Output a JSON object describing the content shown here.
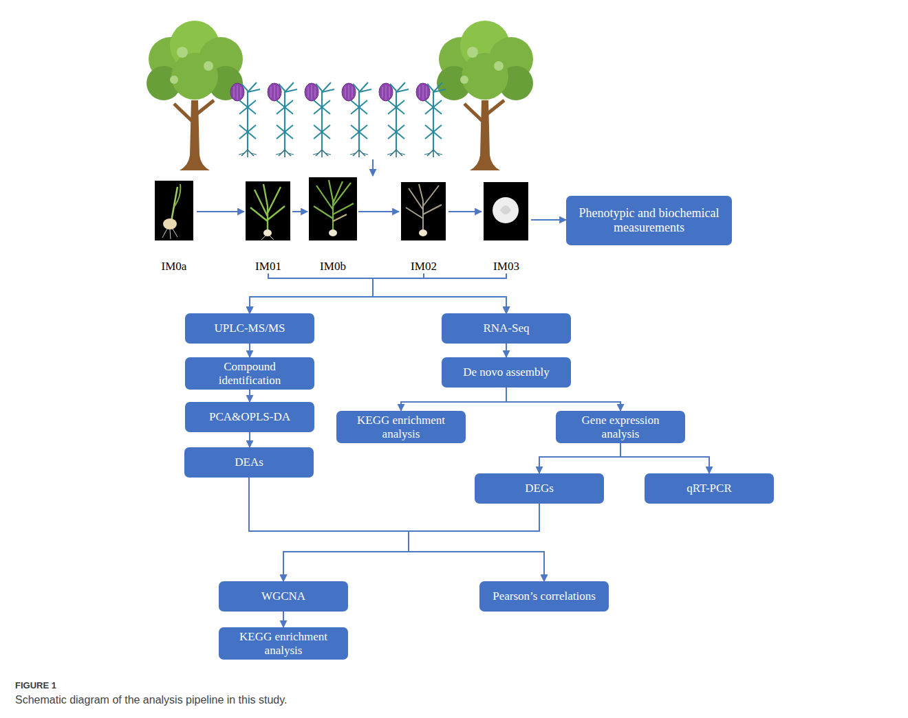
{
  "diagram": {
    "caption": "Schematic diagram of the analysis pipeline in this study.",
    "nodes": [
      {
        "text": [
          "IM0a"
        ]
      },
      {
        "text": [
          "IM01"
        ]
      },
      {
        "text": [
          "IM0b"
        ]
      },
      {
        "text": [
          "IM02"
        ]
      },
      {
        "text": [
          "IM03"
        ]
      },
      {
        "text": [
          "Phenotypic and biochemical measurements"
        ]
      },
      {
        "text": [
          "UPLC-MS/MS"
        ]
      },
      {
        "text": [
          "RNA-Seq"
        ]
      },
      {
        "text": [
          "Compound identification"
        ]
      },
      {
        "text": [
          "De novo assembly"
        ]
      },
      {
        "text": [
          "PCA&OPLS-DA"
        ]
      },
      {
        "text": [
          "KEGG enrichment analysis"
        ]
      },
      {
        "text": [
          "Gene expression analysis"
        ]
      },
      {
        "text": [
          "DEAs"
        ]
      },
      {
        "text": [
          "DEGs"
        ]
      },
      {
        "text": [
          "qRT-PCR"
        ]
      },
      {
        "text": [
          "WGCNA"
        ]
      },
      {
        "text": [
          "Pearson’s correlations"
        ]
      },
      {
        "text": [
          "KEGG enrichment analysis"
        ]
      }
    ],
    "edges": [
      {
        "from": 0,
        "to": 1,
        "arrow": "to"
      },
      {
        "from": 1,
        "to": 2,
        "arrow": "to"
      },
      {
        "from": 2,
        "to": 3,
        "arrow": "to"
      },
      {
        "from": 3,
        "to": 4,
        "arrow": "to"
      },
      {
        "from": 4,
        "to": 5,
        "arrow": "to"
      },
      {
        "from": 1,
        "to": 6,
        "arrow": "to"
      },
      {
        "from": 1,
        "to": 7,
        "arrow": "to"
      },
      {
        "from": 3,
        "to": 6,
        "arrow": "to"
      },
      {
        "from": 3,
        "to": 7,
        "arrow": "to"
      },
      {
        "from": 4,
        "to": 6,
        "arrow": "to"
      },
      {
        "from": 4,
        "to": 7,
        "arrow": "to"
      },
      {
        "from": 6,
        "to": 8,
        "arrow": "to"
      },
      {
        "from": 8,
        "to": 10,
        "arrow": "to"
      },
      {
        "from": 10,
        "to": 13,
        "arrow": "to"
      },
      {
        "from": 7,
        "to": 9,
        "arrow": "to"
      },
      {
        "from": 9,
        "to": 11,
        "arrow": "to"
      },
      {
        "from": 9,
        "to": 12,
        "arrow": "to"
      },
      {
        "from": 12,
        "to": 14,
        "arrow": "to"
      },
      {
        "from": 12,
        "to": 15,
        "arrow": "to"
      },
      {
        "from": 13,
        "to": 16,
        "arrow": "to"
      },
      {
        "from": 13,
        "to": 17,
        "arrow": "to"
      },
      {
        "from": 14,
        "to": 16,
        "arrow": "to"
      },
      {
        "from": 14,
        "to": 17,
        "arrow": "to"
      },
      {
        "from": 16,
        "to": 18,
        "arrow": "to"
      }
    ],
    "labels": [
      "FIGURE 1"
    ]
  }
}
